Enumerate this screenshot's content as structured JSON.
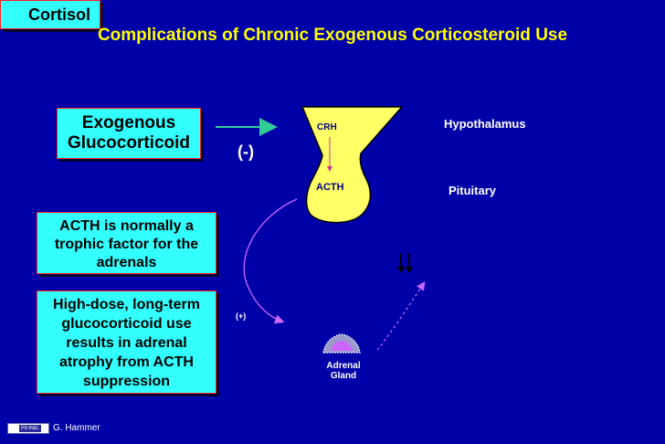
{
  "title": "Complications of Chronic Exogenous Corticosteroid Use",
  "boxes": {
    "exogenous_line1": "Exogenous",
    "exogenous_line2": "Glucocorticoid",
    "trophic_line1": "ACTH is normally a",
    "trophic_line2": "trophic factor for the",
    "trophic_line3": "adrenals",
    "atrophy_line1": "High-dose, long-term",
    "atrophy_line2": "glucocorticoid use",
    "atrophy_line3": "results in adrenal",
    "atrophy_line4": "atrophy from ACTH",
    "atrophy_line5": "suppression"
  },
  "diagram": {
    "crh": "CRH",
    "acth": "ACTH",
    "hypothalamus": "Hypothalamus",
    "pituitary": "Pituitary",
    "negative_feedback": "(-)",
    "positive": "(+)",
    "adrenal_line1": "Adrenal",
    "adrenal_line2": "Gland",
    "cortisol": "Cortisol"
  },
  "footer": {
    "author": "G. Hammer",
    "logo_text": "PD-INEL"
  },
  "colors": {
    "background": "#0000a8",
    "title": "#ffff00",
    "box_fill": "#33ffff",
    "box_border": "#ff2020",
    "gland_fill": "#ffff66",
    "arrow_green": "#33cc99",
    "arrow_violet": "#cc66ff"
  }
}
